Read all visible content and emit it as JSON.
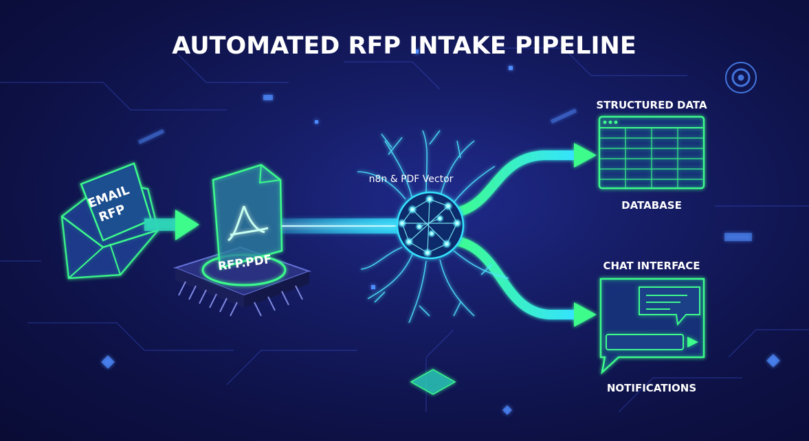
{
  "title": "AUTOMATED RFP INTAKE PIPELINE",
  "nodes": {
    "email": {
      "line1": "EMAIL",
      "line2": "RFP"
    },
    "pdf": {
      "label": "RFP.PDF"
    },
    "processor": {
      "label": "n8n & PDF Vector"
    },
    "structured": {
      "title": "STRUCTURED DATA",
      "caption": "DATABASE"
    },
    "chat": {
      "title": "CHAT INTERFACE",
      "caption": "NOTIFICATIONS"
    }
  },
  "colors": {
    "accent_green": "#3dfc8c",
    "accent_cyan": "#35e3ff",
    "background": "#151c63"
  }
}
